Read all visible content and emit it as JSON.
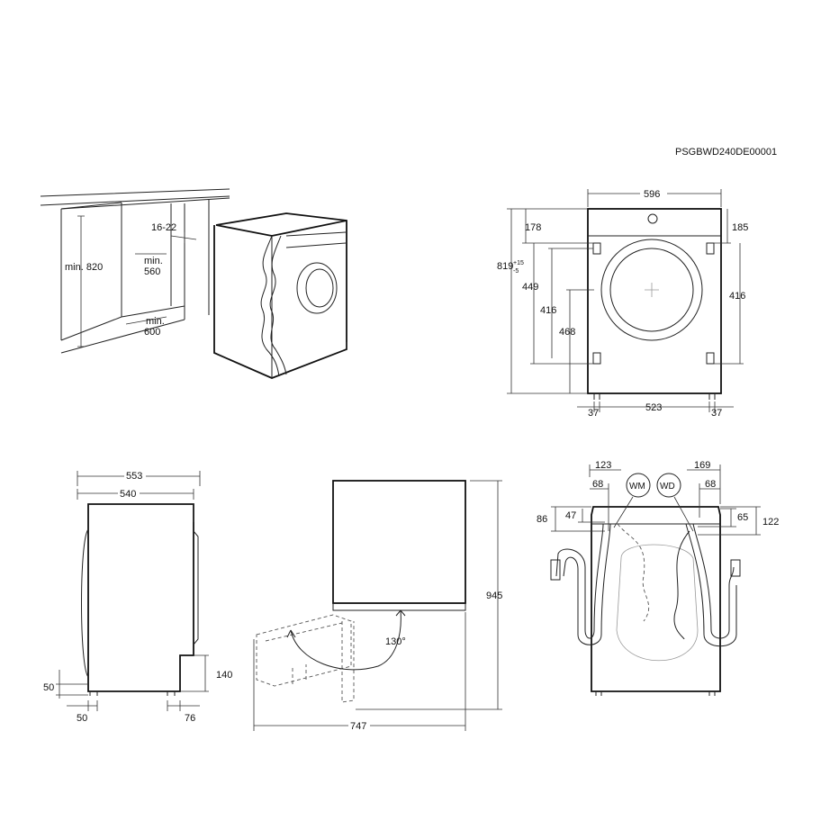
{
  "code": "PSGBWD240DE00001",
  "niche": {
    "height_label": "min. 820",
    "gap_label": "16-22",
    "width_label_top": "min.",
    "width_label_bottom": "560",
    "depth_label_top": "min.",
    "depth_label_bottom": "600"
  },
  "front": {
    "width": "596",
    "height": "819",
    "height_tol_upper": "+15",
    "height_tol_lower": "-5",
    "top_left": "178",
    "top_right": "185",
    "h449": "449",
    "h416_left": "416",
    "h468": "468",
    "h416_right": "416",
    "foot_left": "37",
    "foot_mid": "523",
    "foot_right": "37"
  },
  "side": {
    "overall_depth": "553",
    "body_depth": "540",
    "plinth_height": "140",
    "foot_height": "50",
    "foot_offset": "50",
    "rear_offset": "76"
  },
  "door": {
    "height": "945",
    "swing_depth": "747",
    "angle": "130°"
  },
  "rear": {
    "d123": "123",
    "d68_left": "68",
    "wm_label": "WM",
    "wd_label": "WD",
    "d169": "169",
    "d68_right": "68",
    "d86": "86",
    "d47": "47",
    "d65": "65",
    "d122": "122"
  }
}
